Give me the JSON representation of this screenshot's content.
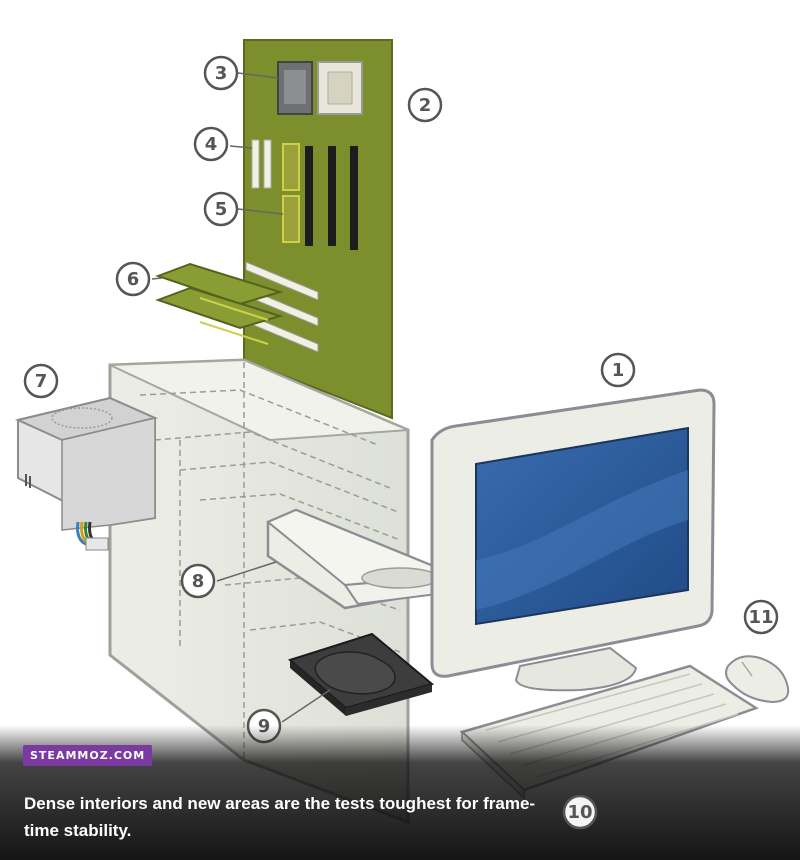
{
  "diagram": {
    "callouts": [
      {
        "id": "monitor",
        "label": "1"
      },
      {
        "id": "motherboard",
        "label": "2"
      },
      {
        "id": "cpu",
        "label": "3"
      },
      {
        "id": "memory-slots",
        "label": "4"
      },
      {
        "id": "ram-modules",
        "label": "5"
      },
      {
        "id": "expansion-cards",
        "label": "6"
      },
      {
        "id": "power-supply",
        "label": "7"
      },
      {
        "id": "optical-drive",
        "label": "8"
      },
      {
        "id": "hard-drive",
        "label": "9"
      },
      {
        "id": "keyboard",
        "label": "10"
      },
      {
        "id": "mouse",
        "label": "11"
      }
    ],
    "colors": {
      "board": "#7c8f2c",
      "screen": "#2f5fa0",
      "case": "#e4e5dc",
      "outline": "#8a8e94"
    }
  },
  "brand": {
    "label": "STEAMMOZ.COM",
    "color": "#7a3aa0"
  },
  "caption": {
    "text": "Dense interiors and new areas are the tests toughest for frame-time stability."
  }
}
